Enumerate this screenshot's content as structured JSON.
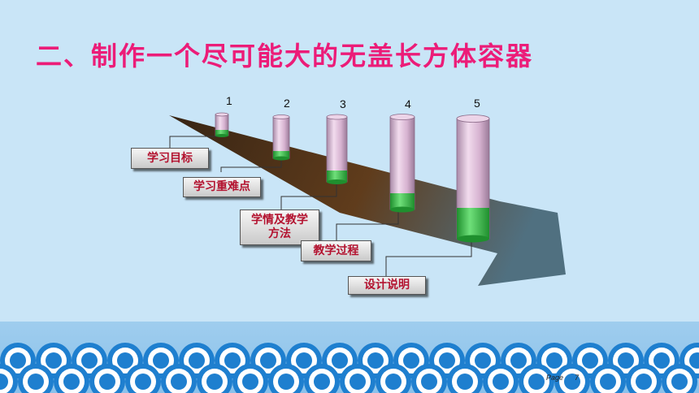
{
  "title": "二、制作一个尽可能大的无盖长方体容器",
  "steps": [
    {
      "number": "1",
      "label": "学习目标"
    },
    {
      "number": "2",
      "label": "学习重难点"
    },
    {
      "number": "3",
      "label": "学情及教学\n方法"
    },
    {
      "number": "4",
      "label": "教学过程"
    },
    {
      "number": "5",
      "label": "设计说明"
    }
  ],
  "footer": {
    "page_label": "Page",
    "page_number": "7"
  },
  "colors": {
    "title": "#ec1c78",
    "box_text": "#b3122f",
    "arrow": "#5a3310",
    "cylinder_top": "#e3c1dd",
    "cylinder_water": "#37c24a",
    "sea": "#1e7fcf"
  }
}
